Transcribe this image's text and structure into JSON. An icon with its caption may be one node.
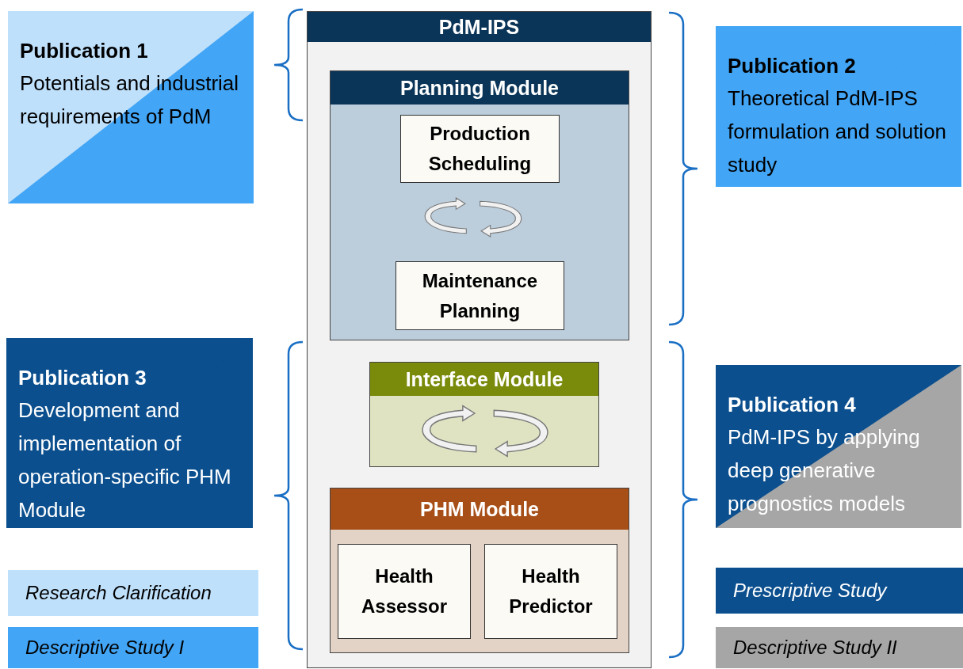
{
  "diagram": {
    "nodes": [
      {
        "text": [
          "Publication 1",
          "Potentials and industrial requirements of PdM"
        ]
      },
      {
        "text": [
          "PdM-IPS"
        ]
      },
      {
        "text": [
          "Planning Module"
        ],
        "in": 1
      },
      {
        "text": [
          "Production Scheduling"
        ],
        "in": 2
      },
      {
        "text": [
          "Maintenance Planning"
        ],
        "in": 2
      },
      {
        "text": [
          "Publication 2",
          "Theoretical PdM-IPS formulation and solution study"
        ]
      },
      {
        "text": [
          "Publication 3",
          "Development and implementation of operation-specific PHM Module"
        ]
      },
      {
        "text": [
          "Interface Module"
        ],
        "in": 1
      },
      {
        "text": [
          "PHM Module"
        ],
        "in": 1
      },
      {
        "text": [
          "Health Assessor"
        ],
        "in": 8
      },
      {
        "text": [
          "Health Predictor"
        ],
        "in": 8
      },
      {
        "text": [
          "Publication 4",
          "PdM-IPS by applying deep generative prognostics models"
        ]
      }
    ],
    "legend": [
      {
        "text": "Research Clarification",
        "color": "#bfe0fb"
      },
      {
        "text": "Descriptive Study I",
        "color": "#42a5f5"
      },
      {
        "text": "Prescriptive Study",
        "color": "#0b4f8e"
      },
      {
        "text": "Descriptive Study II",
        "color": "#a6a6a6"
      }
    ]
  }
}
